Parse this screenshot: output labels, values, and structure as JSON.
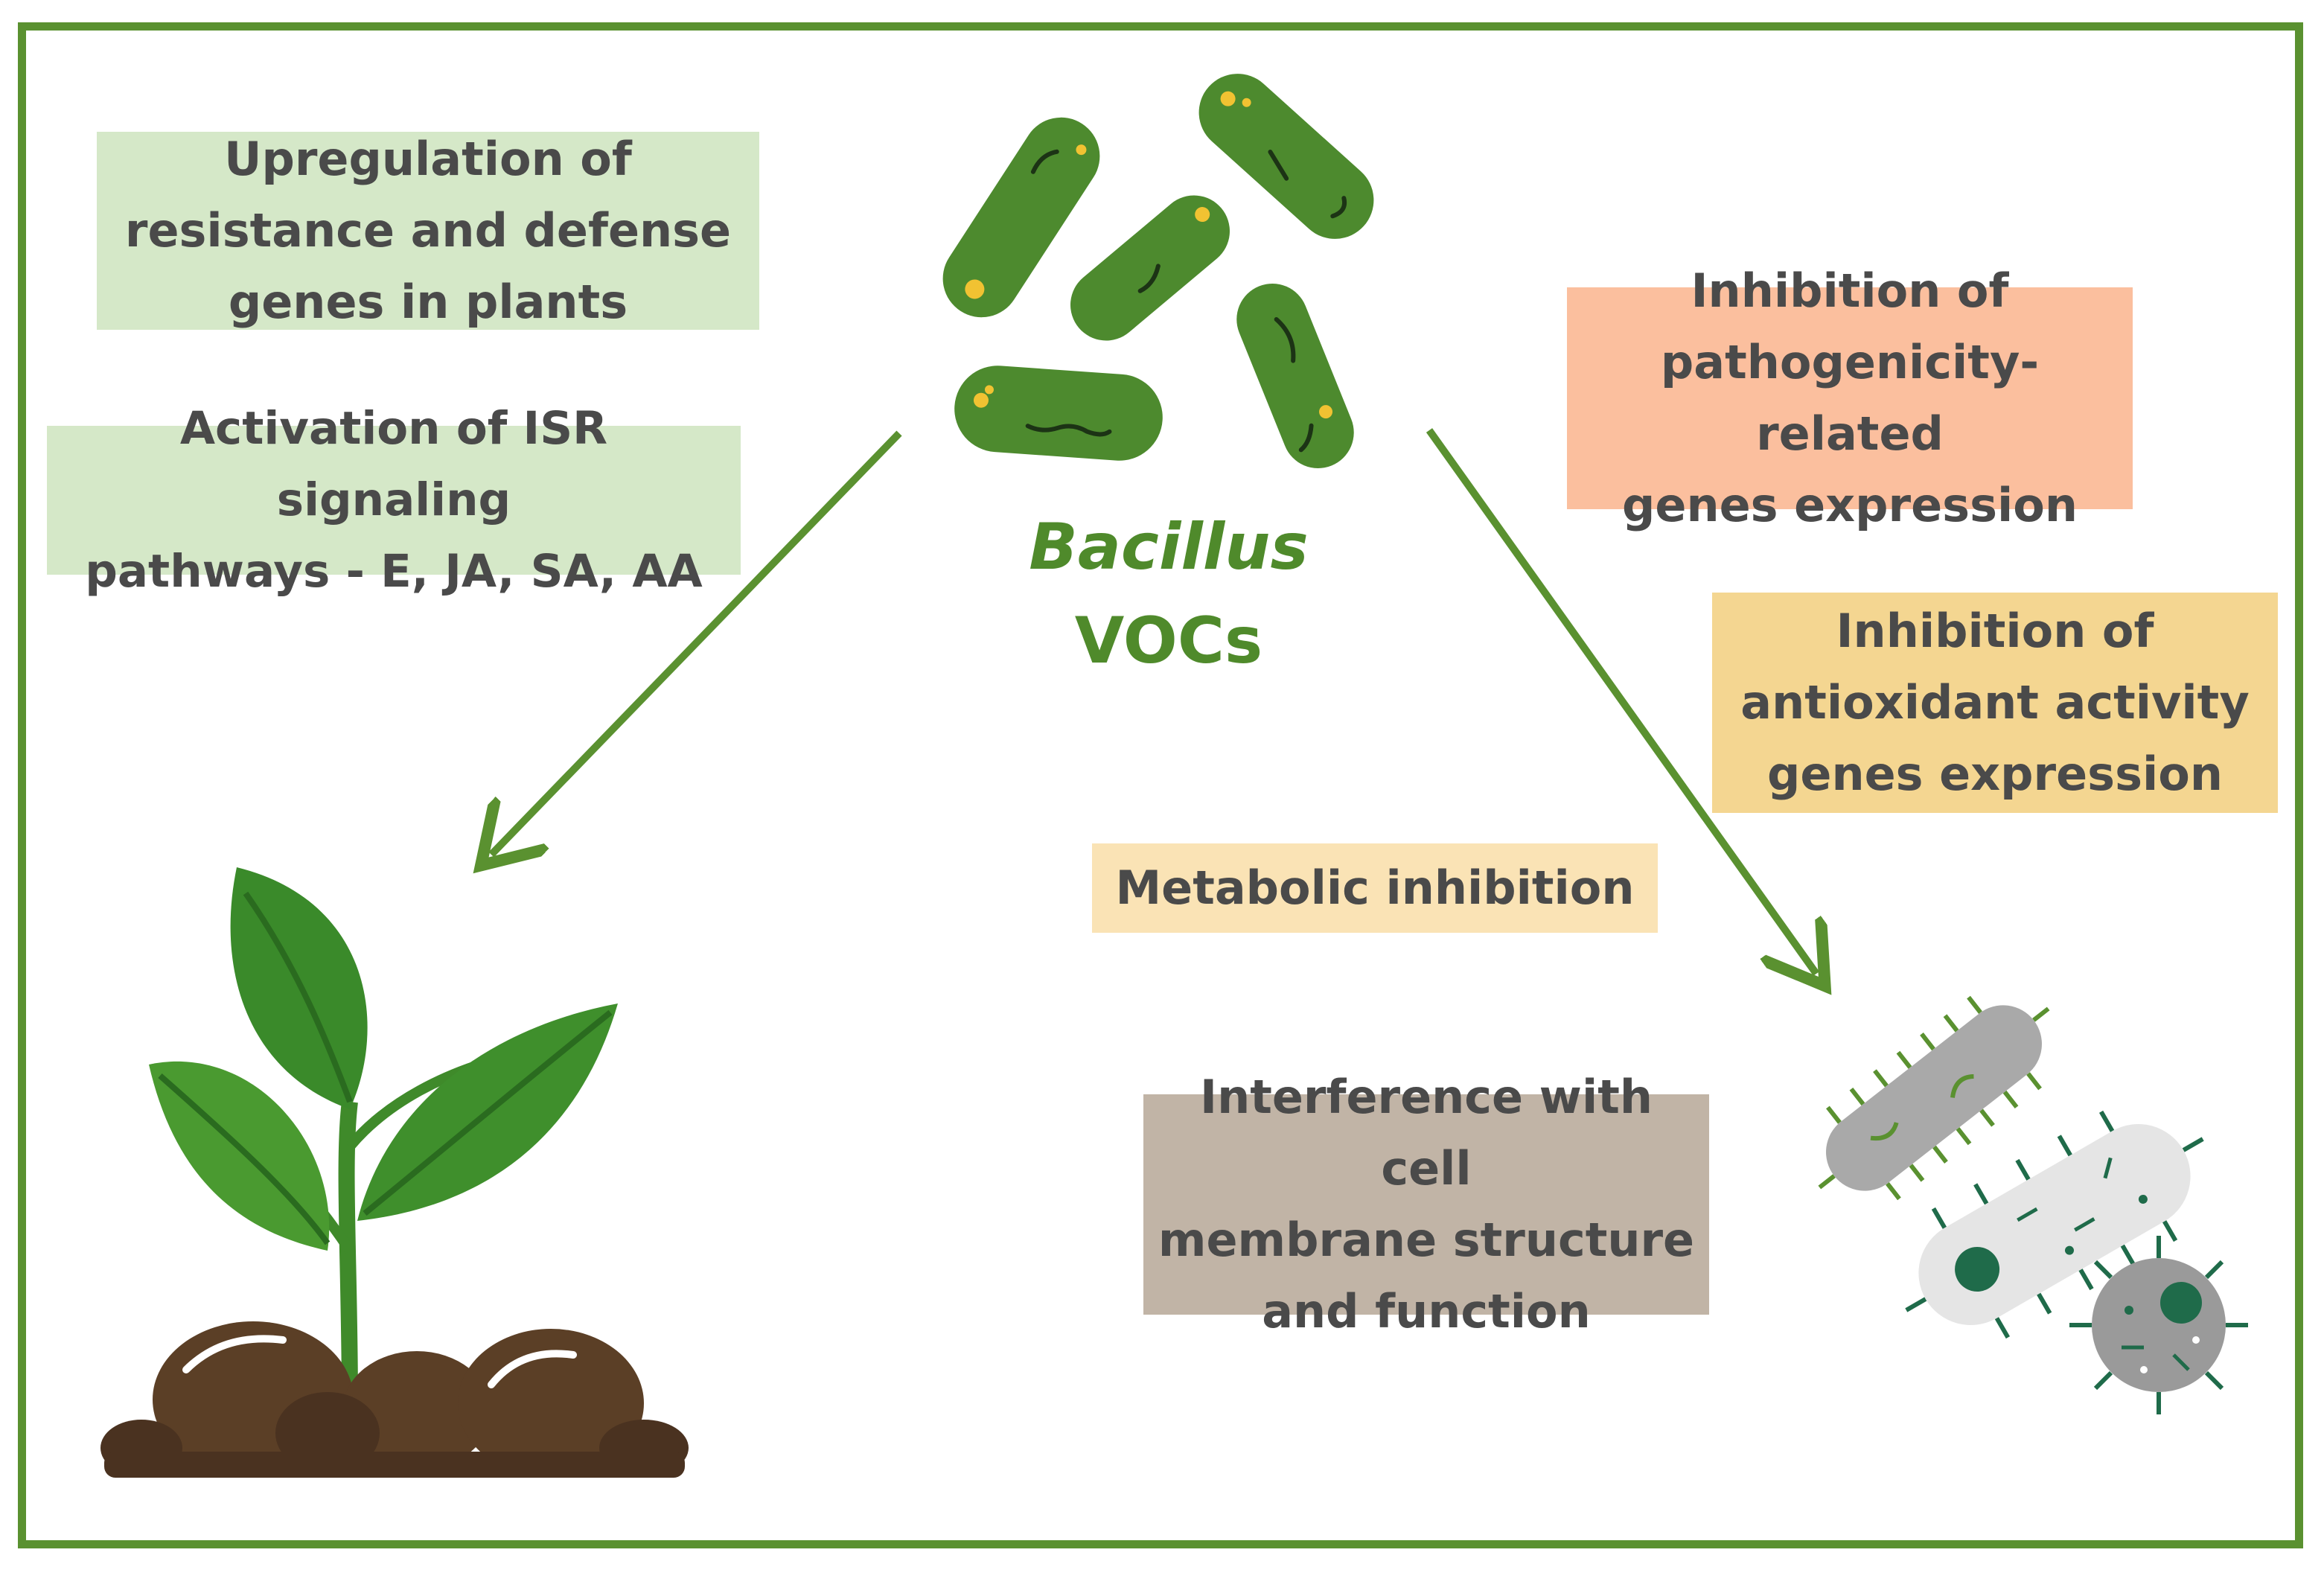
{
  "center": {
    "title_line1": "Bacillus",
    "title_line2": "VOCs"
  },
  "plant_effects": {
    "upregulation": {
      "lines": [
        "Upregulation of",
        "resistance and defense",
        "genes in plants"
      ],
      "color": "#d5e8c8"
    },
    "isr": {
      "lines": [
        "Activation of ISR signaling",
        "pathways - E, JA, SA, AA"
      ],
      "color": "#d5e8c8"
    }
  },
  "pathogen_effects": {
    "pathogenicity": {
      "lines": [
        "Inhibition of",
        "pathogenicity-related",
        "genes expression"
      ],
      "color": "#fbbf9e"
    },
    "antioxidant": {
      "lines": [
        "Inhibition of",
        "antioxidant activity",
        "genes expression"
      ],
      "color": "#f4d691"
    },
    "metabolic": {
      "lines": [
        "Metabolic inhibition"
      ],
      "color": "#fae3b5"
    },
    "membrane": {
      "lines": [
        "Interference with cell",
        "membrane structure",
        "and function"
      ],
      "color": "#c1b4a6"
    }
  },
  "colors": {
    "frame": "#5a9130",
    "arrow": "#5a9130",
    "bacillus": "#4d8a2e",
    "title": "#4f8a2b",
    "text": "#4a4a4a"
  },
  "icons": [
    "bacillus-cluster-icon",
    "seedling-icon",
    "pathogen-cluster-icon"
  ]
}
